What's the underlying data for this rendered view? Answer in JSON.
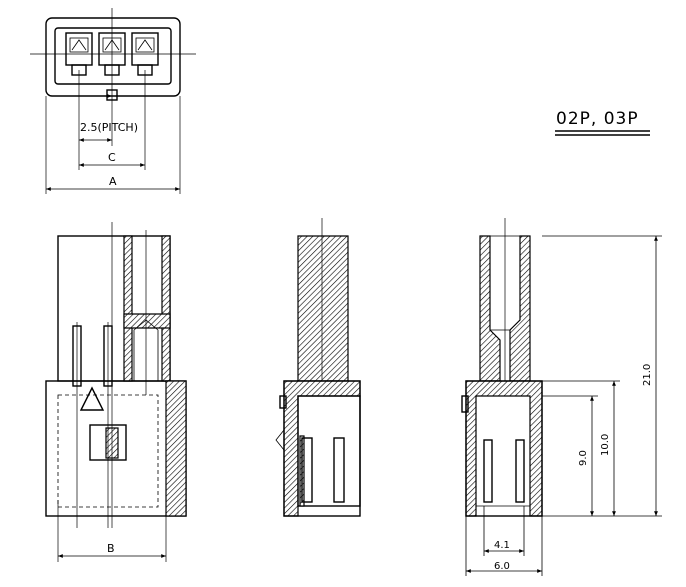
{
  "model": "02P, 03P",
  "dimensions": {
    "pitch": "2.5(PITCH)",
    "c": "C",
    "a": "A",
    "b": "B",
    "w41": "4.1",
    "w60": "6.0",
    "h90": "9.0",
    "h100": "10.0",
    "h210": "21.0"
  }
}
